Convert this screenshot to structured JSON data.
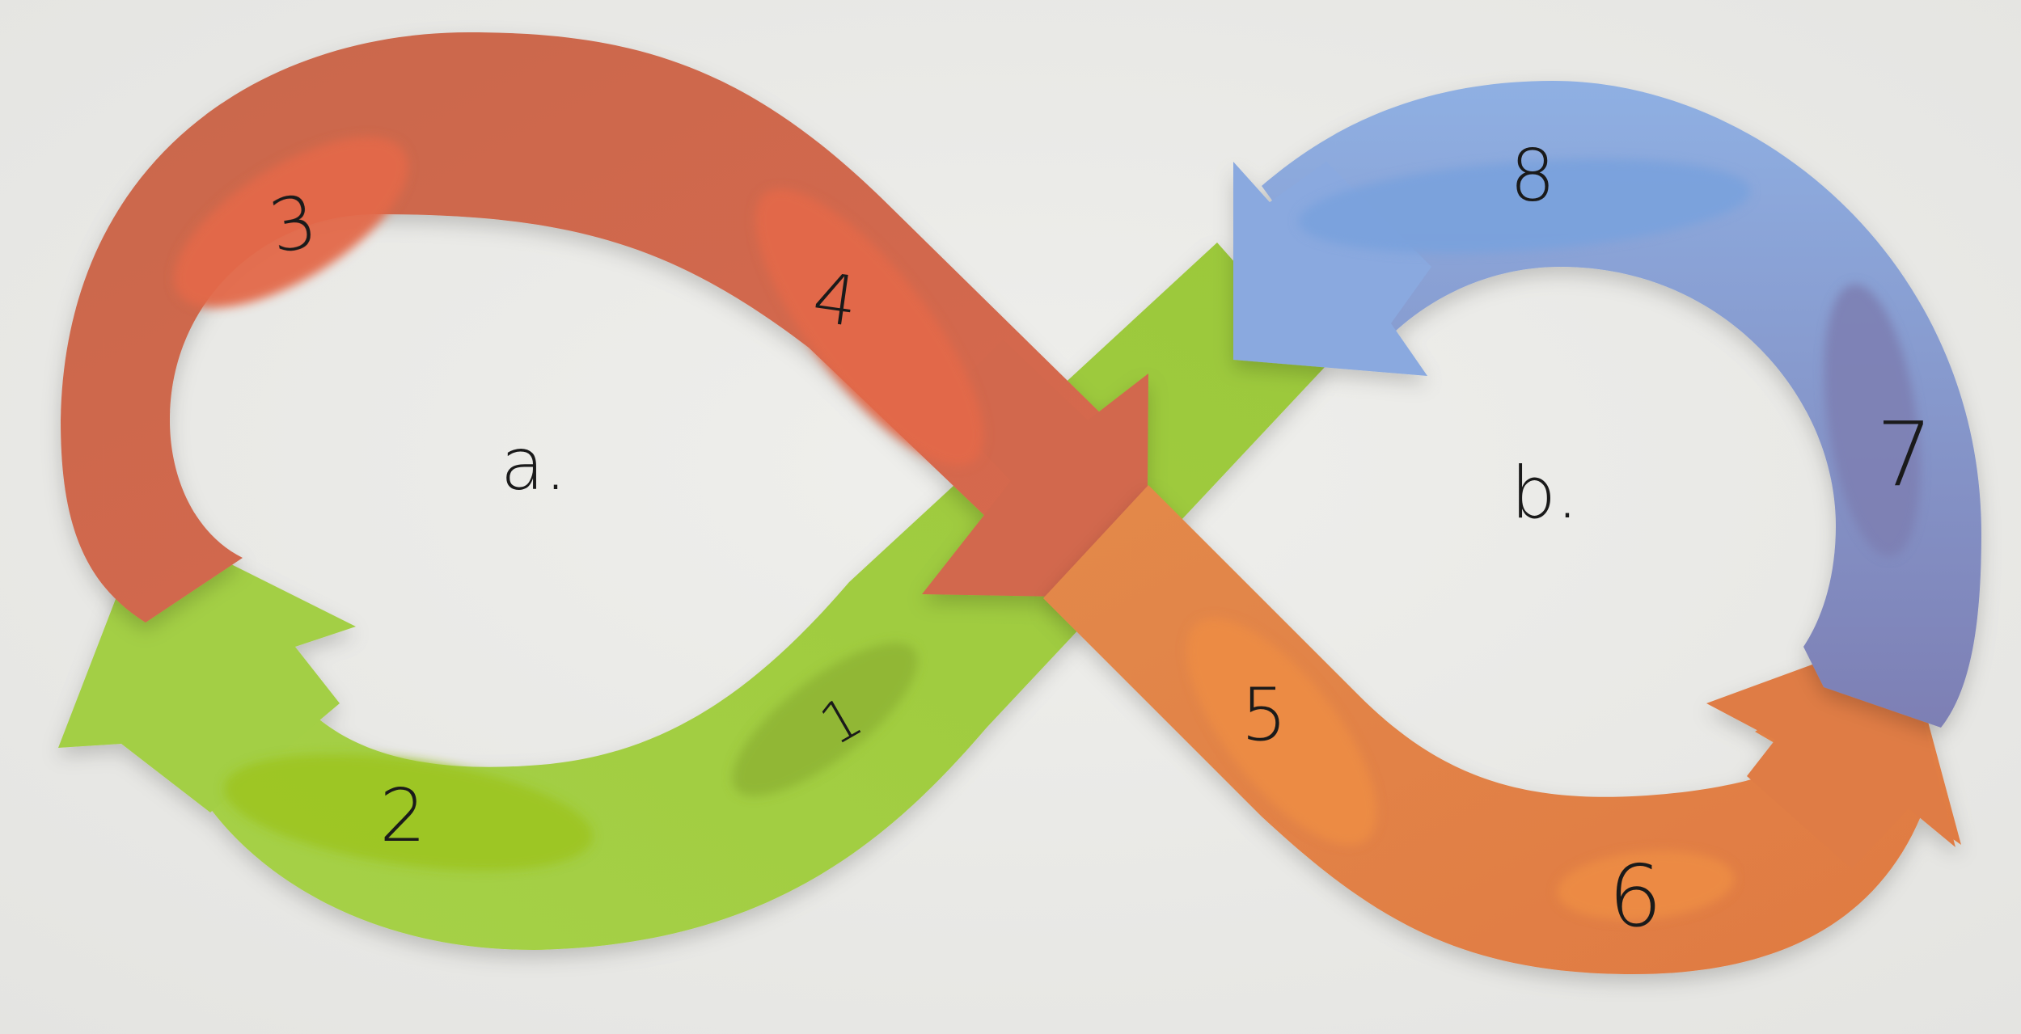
{
  "diagram": {
    "loops": [
      {
        "id": "a",
        "label": "a."
      },
      {
        "id": "b",
        "label": "b."
      }
    ],
    "segments": [
      {
        "id": 1,
        "label": "1",
        "color": "#94bb3a"
      },
      {
        "id": 2,
        "label": "2",
        "color": "#a0c928"
      },
      {
        "id": 3,
        "label": "3",
        "color": "#e0684a"
      },
      {
        "id": 4,
        "label": "4",
        "color": "#e0684a"
      },
      {
        "id": 5,
        "label": "5",
        "color": "#e98a45"
      },
      {
        "id": 6,
        "label": "6",
        "color": "#e98a45"
      },
      {
        "id": 7,
        "label": "7",
        "color": "#7e80b3"
      },
      {
        "id": 8,
        "label": "8",
        "color": "#7aa0d9"
      }
    ],
    "arrow_colors": {
      "green": "#a7d04a",
      "red": "#d46a4e",
      "orange": "#e27d45",
      "blue": "#8ba7de"
    },
    "background": "#e9e9e6"
  }
}
